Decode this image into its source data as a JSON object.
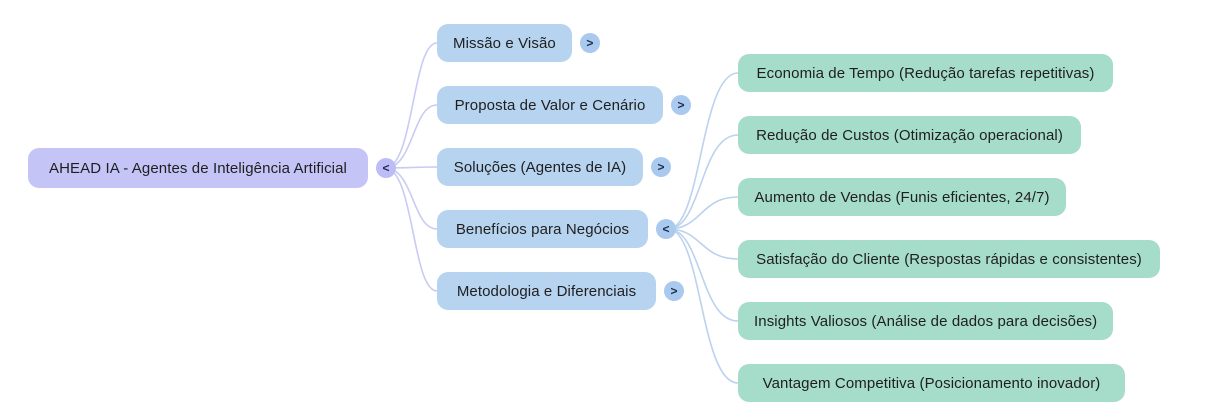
{
  "mindmap": {
    "root": {
      "label": "AHEAD IA - Agentes de Inteligência Artificial",
      "toggle": "<"
    },
    "branches": [
      {
        "label": "Missão e Visão",
        "toggle": ">"
      },
      {
        "label": "Proposta de Valor e Cenário",
        "toggle": ">"
      },
      {
        "label": "Soluções (Agentes de IA)",
        "toggle": ">"
      },
      {
        "label": "Benefícios para Negócios",
        "toggle": "<"
      },
      {
        "label": "Metodologia e Diferenciais",
        "toggle": ">"
      }
    ],
    "leaves": [
      {
        "label": "Economia de Tempo (Redução tarefas repetitivas)"
      },
      {
        "label": "Redução de Custos (Otimização operacional)"
      },
      {
        "label": "Aumento de Vendas (Funis eficientes, 24/7)"
      },
      {
        "label": "Satisfação do Cliente (Respostas rápidas e consistentes)"
      },
      {
        "label": "Insights Valiosos (Análise de dados para decisões)"
      },
      {
        "label": "Vantagem Competitiva (Posicionamento inovador)"
      }
    ],
    "colors": {
      "background": "#ffffff",
      "root_fill": "#c5c4f7",
      "branch_fill": "#b6d3f0",
      "leaf_fill": "#a6dcca",
      "root_connector": "#c9cbf4",
      "branch_connector": "#bcd2ee",
      "toggle_lavender": "#bdbcf5",
      "toggle_blue": "#a9c9ee",
      "text": "#1f1f1f"
    }
  }
}
